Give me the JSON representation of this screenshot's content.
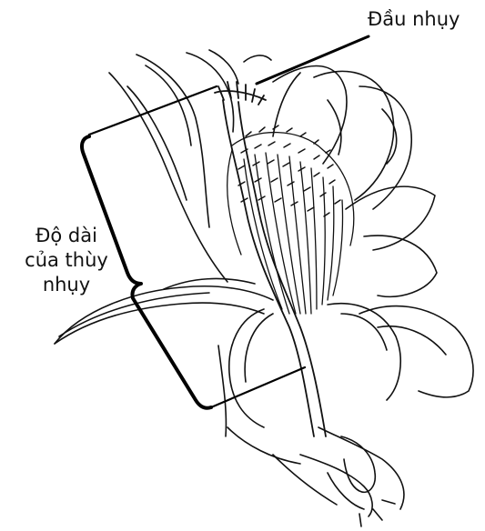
{
  "labels": {
    "stigma": "Đầu nhụy",
    "style_length": {
      "line1": "Độ dài",
      "line2": "của thùy",
      "line3": "nhụy"
    }
  },
  "colors": {
    "ink": "#111111",
    "background": "#ffffff"
  }
}
